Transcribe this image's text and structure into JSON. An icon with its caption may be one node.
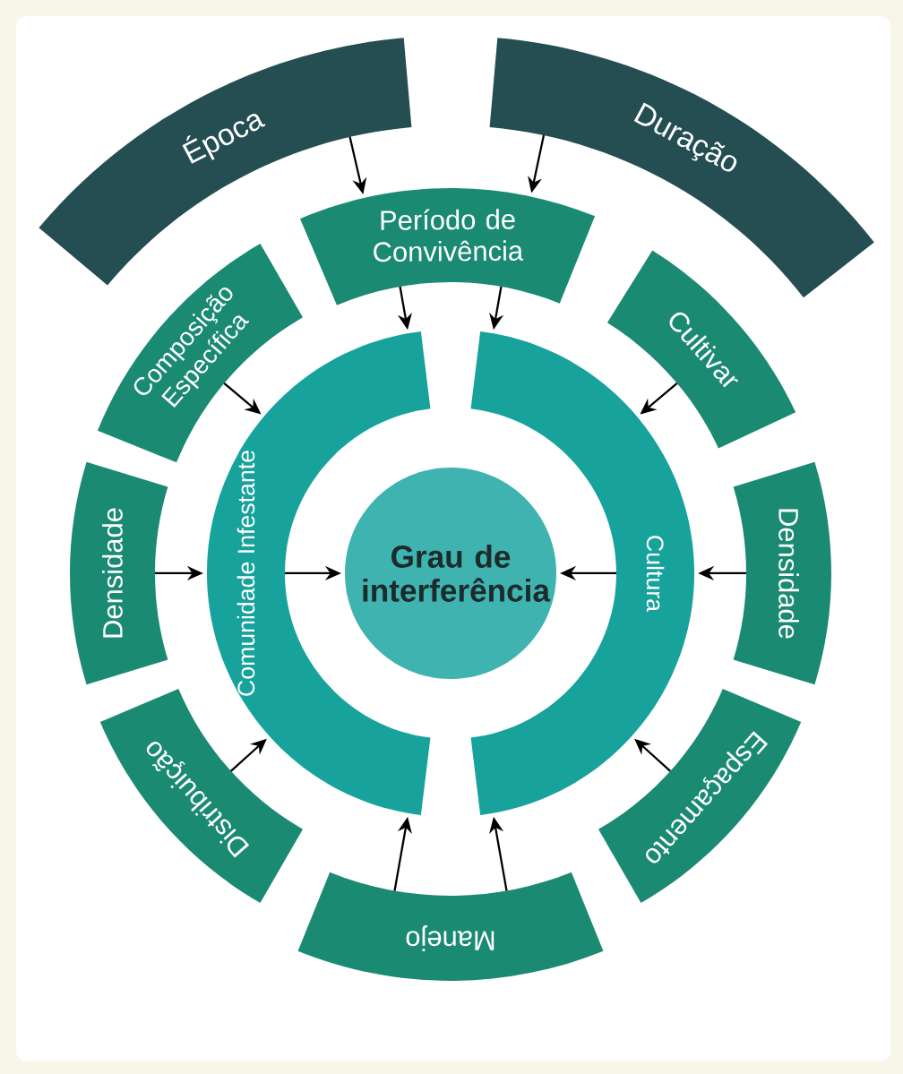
{
  "diagram": {
    "nodes": [
      {
        "text": [
          "Época"
        ]
      },
      {
        "text": [
          "Duração"
        ]
      },
      {
        "text": [
          "Período de Convivência"
        ]
      },
      {
        "text": [
          "Composição Específica"
        ]
      },
      {
        "text": [
          "Cultivar"
        ]
      },
      {
        "text": [
          "Densidade"
        ]
      },
      {
        "text": [
          "Densidade"
        ]
      },
      {
        "text": [
          "Distribuição"
        ]
      },
      {
        "text": [
          "Espaçamento"
        ]
      },
      {
        "text": [
          "Manejo"
        ]
      },
      {
        "text": [
          "Comunidade Infestante"
        ]
      },
      {
        "text": [
          "Cultura"
        ]
      },
      {
        "text": [
          "Grau de interferência"
        ]
      }
    ],
    "edges": [
      {
        "from": 0,
        "to": 2,
        "arrow": "to"
      },
      {
        "from": 1,
        "to": 2,
        "arrow": "to"
      },
      {
        "from": 2,
        "to": 10,
        "arrow": "to"
      },
      {
        "from": 2,
        "to": 11,
        "arrow": "to"
      },
      {
        "from": 3,
        "to": 10,
        "arrow": "to"
      },
      {
        "from": 4,
        "to": 11,
        "arrow": "to"
      },
      {
        "from": 5,
        "to": 10,
        "arrow": "to"
      },
      {
        "from": 6,
        "to": 11,
        "arrow": "to"
      },
      {
        "from": 7,
        "to": 10,
        "arrow": "to"
      },
      {
        "from": 8,
        "to": 11,
        "arrow": "to"
      },
      {
        "from": 9,
        "to": 10,
        "arrow": "to"
      },
      {
        "from": 9,
        "to": 11,
        "arrow": "to"
      },
      {
        "from": 10,
        "to": 12,
        "arrow": "to"
      },
      {
        "from": 11,
        "to": 12,
        "arrow": "to"
      }
    ]
  }
}
